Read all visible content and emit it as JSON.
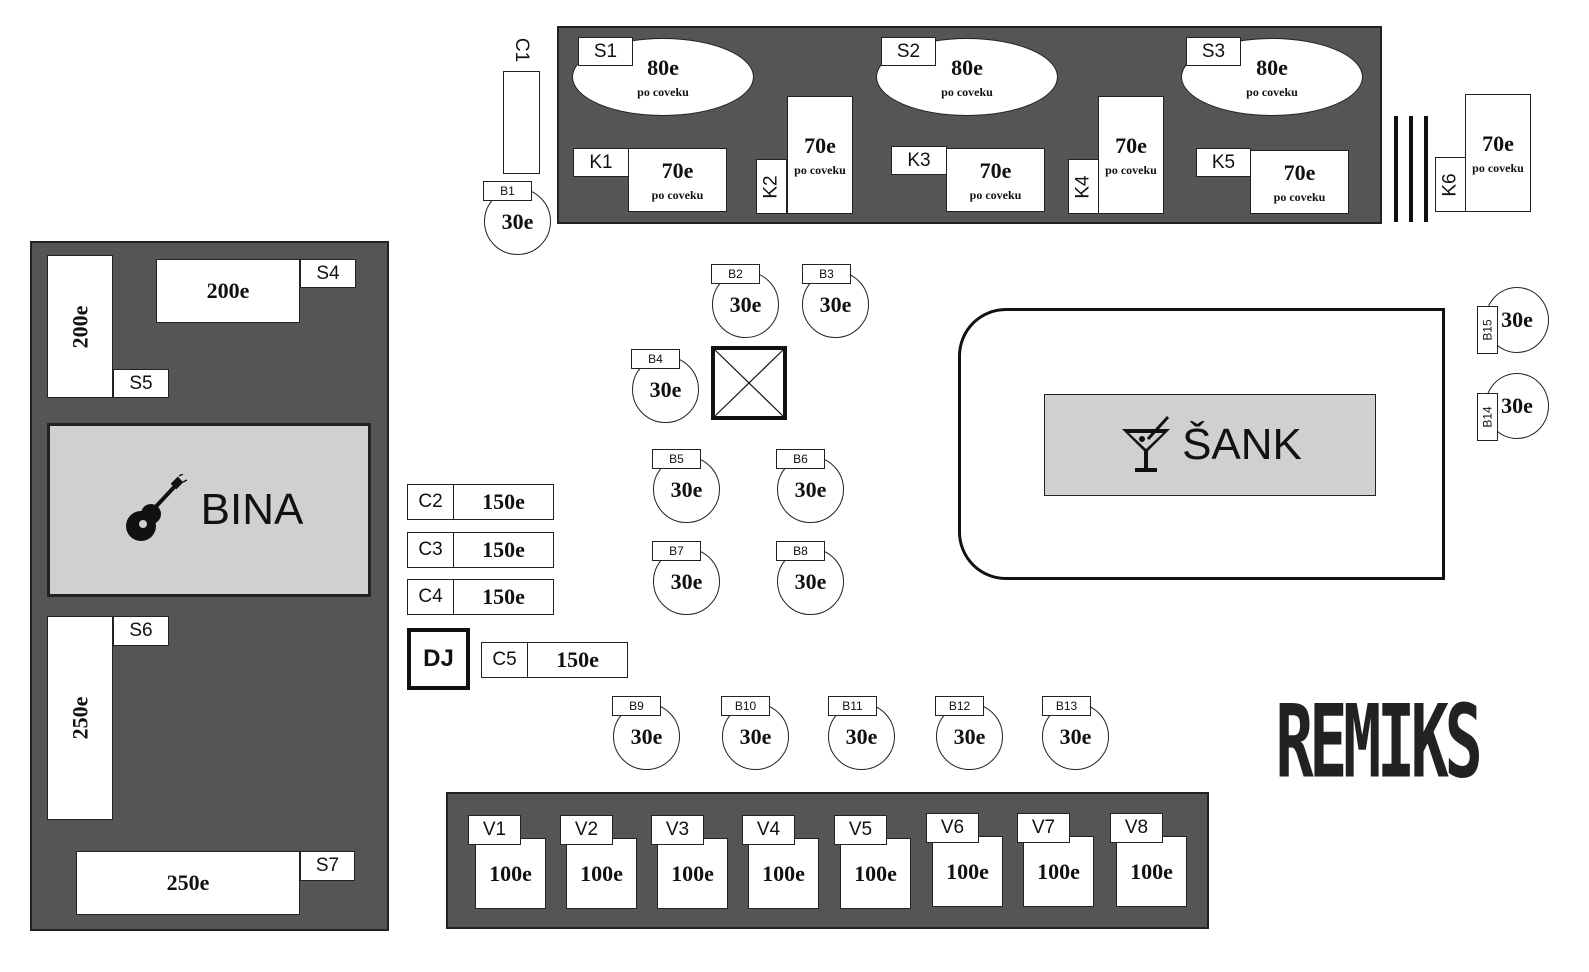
{
  "zones": {
    "top_lounge": {
      "label": ""
    },
    "left_area": {
      "label": ""
    },
    "bottom_row": {
      "label": ""
    }
  },
  "price_unit": {
    "per_person": "po coveku"
  },
  "ovals": [
    {
      "id": "S1",
      "price": "80e"
    },
    {
      "id": "S2",
      "price": "80e"
    },
    {
      "id": "S3",
      "price": "80e"
    }
  ],
  "top_tables": [
    {
      "id": "K1",
      "price": "70e"
    },
    {
      "id": "K2",
      "price": "70e"
    },
    {
      "id": "K3",
      "price": "70e"
    },
    {
      "id": "K4",
      "price": "70e"
    },
    {
      "id": "K5",
      "price": "70e"
    },
    {
      "id": "K6",
      "price": "70e"
    }
  ],
  "c1": {
    "id": "C1"
  },
  "left_tables": [
    {
      "id": "S4",
      "price": "200e"
    },
    {
      "id": "S5",
      "price": "200e"
    },
    {
      "id": "S6",
      "price": "250e"
    },
    {
      "id": "S7",
      "price": "250e"
    }
  ],
  "stage": {
    "label": "BINA"
  },
  "bar": {
    "label": "ŠANK"
  },
  "dj": {
    "label": "DJ"
  },
  "c_tables": [
    {
      "id": "C2",
      "price": "150e"
    },
    {
      "id": "C3",
      "price": "150e"
    },
    {
      "id": "C4",
      "price": "150e"
    },
    {
      "id": "C5",
      "price": "150e"
    }
  ],
  "b_tables": [
    {
      "id": "B1",
      "price": "30e"
    },
    {
      "id": "B2",
      "price": "30e"
    },
    {
      "id": "B3",
      "price": "30e"
    },
    {
      "id": "B4",
      "price": "30e"
    },
    {
      "id": "B5",
      "price": "30e"
    },
    {
      "id": "B6",
      "price": "30e"
    },
    {
      "id": "B7",
      "price": "30e"
    },
    {
      "id": "B8",
      "price": "30e"
    },
    {
      "id": "B9",
      "price": "30e"
    },
    {
      "id": "B10",
      "price": "30e"
    },
    {
      "id": "B11",
      "price": "30e"
    },
    {
      "id": "B12",
      "price": "30e"
    },
    {
      "id": "B13",
      "price": "30e"
    },
    {
      "id": "B14",
      "price": "30e"
    },
    {
      "id": "B15",
      "price": "30e"
    }
  ],
  "v_tables": [
    {
      "id": "V1",
      "price": "100e"
    },
    {
      "id": "V2",
      "price": "100e"
    },
    {
      "id": "V3",
      "price": "100e"
    },
    {
      "id": "V4",
      "price": "100e"
    },
    {
      "id": "V5",
      "price": "100e"
    },
    {
      "id": "V6",
      "price": "100e"
    },
    {
      "id": "V7",
      "price": "100e"
    },
    {
      "id": "V8",
      "price": "100e"
    }
  ],
  "logo": {
    "text": "REMIKS"
  },
  "icons": {
    "guitar": "guitar-icon",
    "cocktail": "cocktail-icon",
    "column": "pillar-icon"
  }
}
